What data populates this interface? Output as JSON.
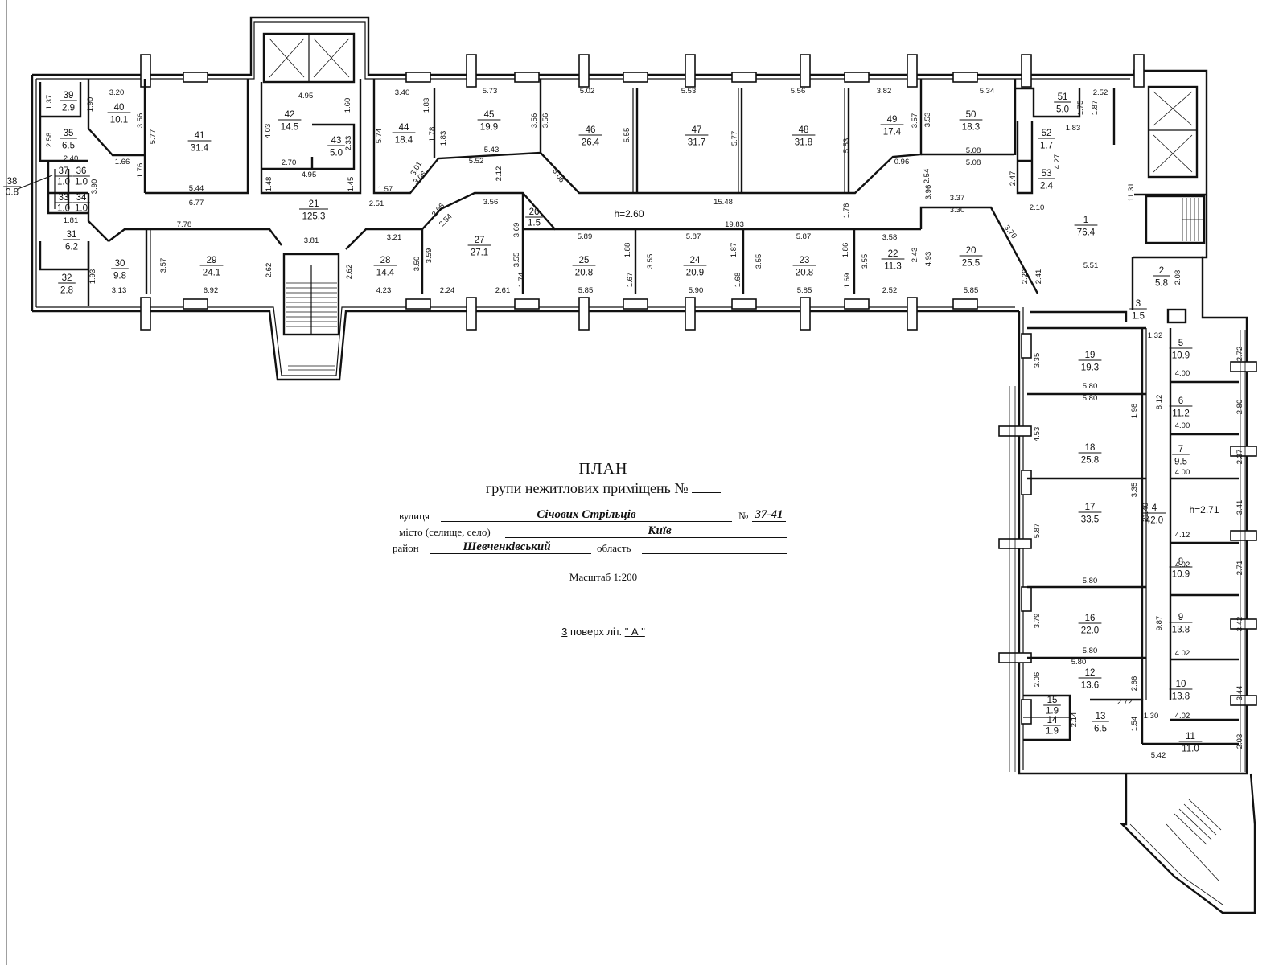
{
  "title": "ПЛАН",
  "subtitle_prefix": "групи нежитлових приміщень №",
  "fields": {
    "street_label": "вулиця",
    "street_value": "Січових Стрільців",
    "number_label": "№",
    "number_value": "37-41",
    "city_label_1": "місто",
    "city_label_2": "(селище, село)",
    "city_value": "Київ",
    "district_label": "район",
    "district_value": "Шевченківський",
    "region_label": "область",
    "region_value": ""
  },
  "scale": "Масштаб 1:200",
  "floor": {
    "number": "3",
    "text_mid": "поверх літ.",
    "letter": "\" А \""
  },
  "heights": {
    "main": "h=2.60",
    "wing": "h=2.71"
  },
  "rooms": [
    {
      "num": "1",
      "area": "76.4"
    },
    {
      "num": "2",
      "area": "5.8"
    },
    {
      "num": "3",
      "area": "1.5"
    },
    {
      "num": "4",
      "area": "42.0"
    },
    {
      "num": "5",
      "area": "10.9"
    },
    {
      "num": "6",
      "area": "11.2"
    },
    {
      "num": "7",
      "area": "9.5"
    },
    {
      "num": "8",
      "area": "10.9"
    },
    {
      "num": "9",
      "area": "13.8"
    },
    {
      "num": "10",
      "area": "13.8"
    },
    {
      "num": "11",
      "area": "11.0"
    },
    {
      "num": "12",
      "area": "13.6"
    },
    {
      "num": "13",
      "area": "6.5"
    },
    {
      "num": "14",
      "area": "1.9"
    },
    {
      "num": "15",
      "area": "1.9"
    },
    {
      "num": "16",
      "area": "22.0"
    },
    {
      "num": "17",
      "area": "33.5"
    },
    {
      "num": "18",
      "area": "25.8"
    },
    {
      "num": "19",
      "area": "19.3"
    },
    {
      "num": "20",
      "area": "25.5"
    },
    {
      "num": "21",
      "area": "125.3"
    },
    {
      "num": "22",
      "area": "11.3"
    },
    {
      "num": "23",
      "area": "20.8"
    },
    {
      "num": "24",
      "area": "20.9"
    },
    {
      "num": "25",
      "area": "20.8"
    },
    {
      "num": "26",
      "area": "1.5"
    },
    {
      "num": "27",
      "area": "27.1"
    },
    {
      "num": "28",
      "area": "14.4"
    },
    {
      "num": "29",
      "area": "24.1"
    },
    {
      "num": "30",
      "area": "9.8"
    },
    {
      "num": "31",
      "area": "6.2"
    },
    {
      "num": "32",
      "area": "2.8"
    },
    {
      "num": "33",
      "area": "1.0"
    },
    {
      "num": "34",
      "area": "1.0"
    },
    {
      "num": "35",
      "area": "6.5"
    },
    {
      "num": "36",
      "area": "1.0"
    },
    {
      "num": "37",
      "area": "1.0"
    },
    {
      "num": "38",
      "area": "0.8"
    },
    {
      "num": "39",
      "area": "2.9"
    },
    {
      "num": "40",
      "area": "10.1"
    },
    {
      "num": "41",
      "area": "31.4"
    },
    {
      "num": "42",
      "area": "14.5"
    },
    {
      "num": "43",
      "area": "5.0"
    },
    {
      "num": "44",
      "area": "18.4"
    },
    {
      "num": "45",
      "area": "19.9"
    },
    {
      "num": "46",
      "area": "26.4"
    },
    {
      "num": "47",
      "area": "31.7"
    },
    {
      "num": "48",
      "area": "31.8"
    },
    {
      "num": "49",
      "area": "17.4"
    },
    {
      "num": "50",
      "area": "18.3"
    },
    {
      "num": "51",
      "area": "5.0"
    },
    {
      "num": "52",
      "area": "1.7"
    },
    {
      "num": "53",
      "area": "2.4"
    }
  ],
  "dimensions": [
    "3.20",
    "4.95",
    "3.40",
    "5.73",
    "5.02",
    "5.53",
    "5.56",
    "3.82",
    "5.34",
    "2.52",
    "1.37",
    "1.90",
    "3.56",
    "5.77",
    "4.03",
    "1.60",
    "2.33",
    "5.74",
    "1.83",
    "1.78",
    "1.83",
    "3.56",
    "3.56",
    "5.55",
    "5.77",
    "5.53",
    "3.57",
    "3.53",
    "1.75",
    "1.87",
    "1.83",
    "2.58",
    "2.40",
    "1.66",
    "1.76",
    "5.44",
    "6.77",
    "2.70",
    "4.95",
    "1.48",
    "1.45",
    "1.57",
    "2.51",
    "3.01",
    "3.06",
    "5.43",
    "5.52",
    "2.12",
    "3.06",
    "15.48",
    "0.96",
    "5.08",
    "5.08",
    "2.54",
    "2.47",
    "4.27",
    "2.10",
    "11.31",
    "3.90",
    "1.81",
    "7.78",
    "3.81",
    "2.66",
    "2.54",
    "3.56",
    "3.69",
    "3.96",
    "3.37",
    "3.30",
    "3.70",
    "1.76",
    "19.83",
    "3.21",
    "5.89",
    "5.87",
    "5.87",
    "3.58",
    "1.93",
    "3.57",
    "2.62",
    "2.62",
    "3.50",
    "3.59",
    "3.55",
    "1.88",
    "3.55",
    "1.87",
    "3.55",
    "1.86",
    "3.55",
    "2.43",
    "4.93",
    "2.29",
    "2.41",
    "5.51",
    "2.08",
    "1.74",
    "1.67",
    "1.68",
    "1.69",
    "3.13",
    "6.92",
    "4.23",
    "2.24",
    "2.61",
    "5.85",
    "5.90",
    "5.85",
    "2.52",
    "5.85",
    "1.32",
    "3.35",
    "5.80",
    "5.80",
    "2.72",
    "4.00",
    "1.98",
    "8.12",
    "2.80",
    "4.00",
    "4.53",
    "2.37",
    "4.00",
    "5.87",
    "3.35",
    "21.40",
    "3.41",
    "4.12",
    "5.80",
    "2.71",
    "4.02",
    "3.79",
    "9.87",
    "3.42",
    "5.80",
    "4.02",
    "5.80",
    "2.06",
    "2.66",
    "3.44",
    "2.72",
    "2.14",
    "1.54",
    "1.30",
    "4.02",
    "2.03",
    "5.42"
  ]
}
